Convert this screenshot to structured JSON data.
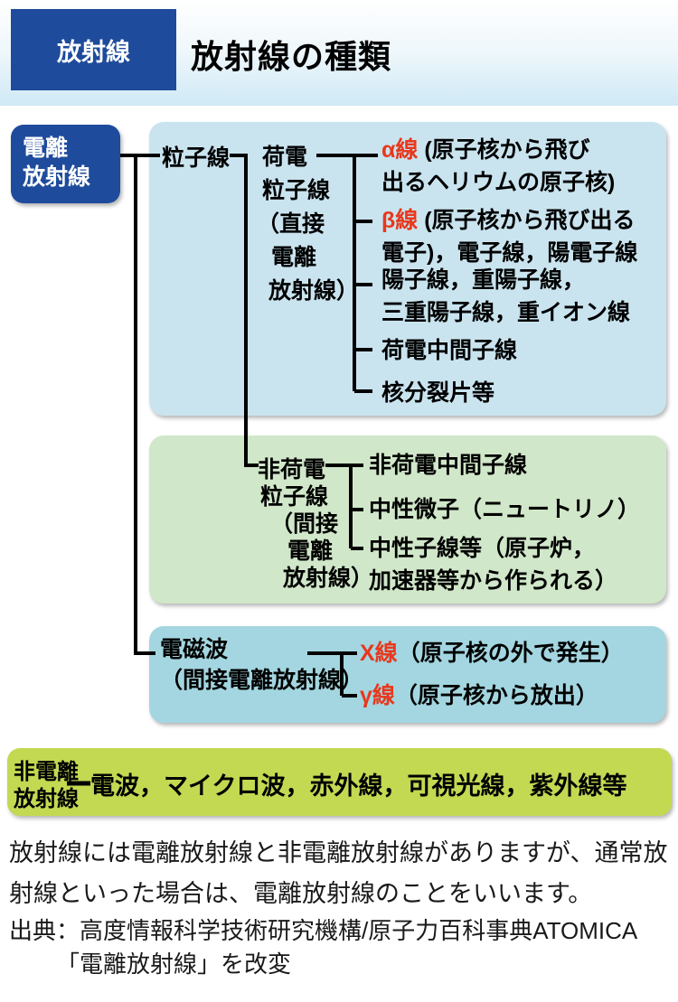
{
  "header": {
    "badge": "放射線",
    "title": "放射線の種類"
  },
  "colors": {
    "navy": "#1e4b9c",
    "light_blue_box": "#c9e4ef",
    "green_box": "#d0e7c9",
    "teal_box": "#a3d6e0",
    "yellow_green_box": "#c3d952",
    "red_text": "#e8381d"
  },
  "tree": {
    "root": {
      "line1": "電離",
      "line2": "放射線"
    },
    "particle_label": "粒子線",
    "charged": {
      "label_lines": [
        "荷電",
        "粒子線",
        "（直接",
        "電離",
        "放射線）"
      ],
      "items": [
        {
          "red": "α線",
          "line1": " (原子核から飛び",
          "line2": "出るヘリウムの原子核)"
        },
        {
          "red": "β線",
          "line1": " (原子核から飛び出る",
          "line2": "電子)，電子線，陽電子線"
        },
        {
          "red": "",
          "line1": "陽子線，重陽子線，",
          "line2": "三重陽子線，重イオン線"
        },
        {
          "red": "",
          "line1": "荷電中間子線",
          "line2": ""
        },
        {
          "red": "",
          "line1": "核分裂片等",
          "line2": ""
        }
      ]
    },
    "uncharged": {
      "label_lines": [
        "非荷電",
        "粒子線",
        "（間接",
        "電離",
        "放射線）"
      ],
      "items": [
        {
          "line1": "非荷電中間子線",
          "line2": ""
        },
        {
          "line1": "中性微子（ニュートリノ）",
          "line2": ""
        },
        {
          "line1": "中性子線等（原子炉，",
          "line2": "加速器等から作られる）"
        }
      ]
    },
    "em": {
      "label_lines": [
        "電磁波",
        "（間接電離放射線）"
      ],
      "items": [
        {
          "red": "X線",
          "line1": "（原子核の外で発生）"
        },
        {
          "red": "γ線",
          "line1": "（原子核から放出）"
        }
      ]
    },
    "non_ionizing": {
      "label_lines": [
        "非電離",
        "放射線"
      ],
      "items_text": "電波，マイクロ波，赤外線，可視光線，紫外線等"
    }
  },
  "footer": {
    "note": "放射線には電離放射線と非電離放射線がありますが、通常放射線といった場合は、電離放射線のことをいいます。",
    "source_line1": "出典：高度情報科学技術研究機構/原子力百科事典ATOMICA",
    "source_line2": "「電離放射線」を改変"
  }
}
